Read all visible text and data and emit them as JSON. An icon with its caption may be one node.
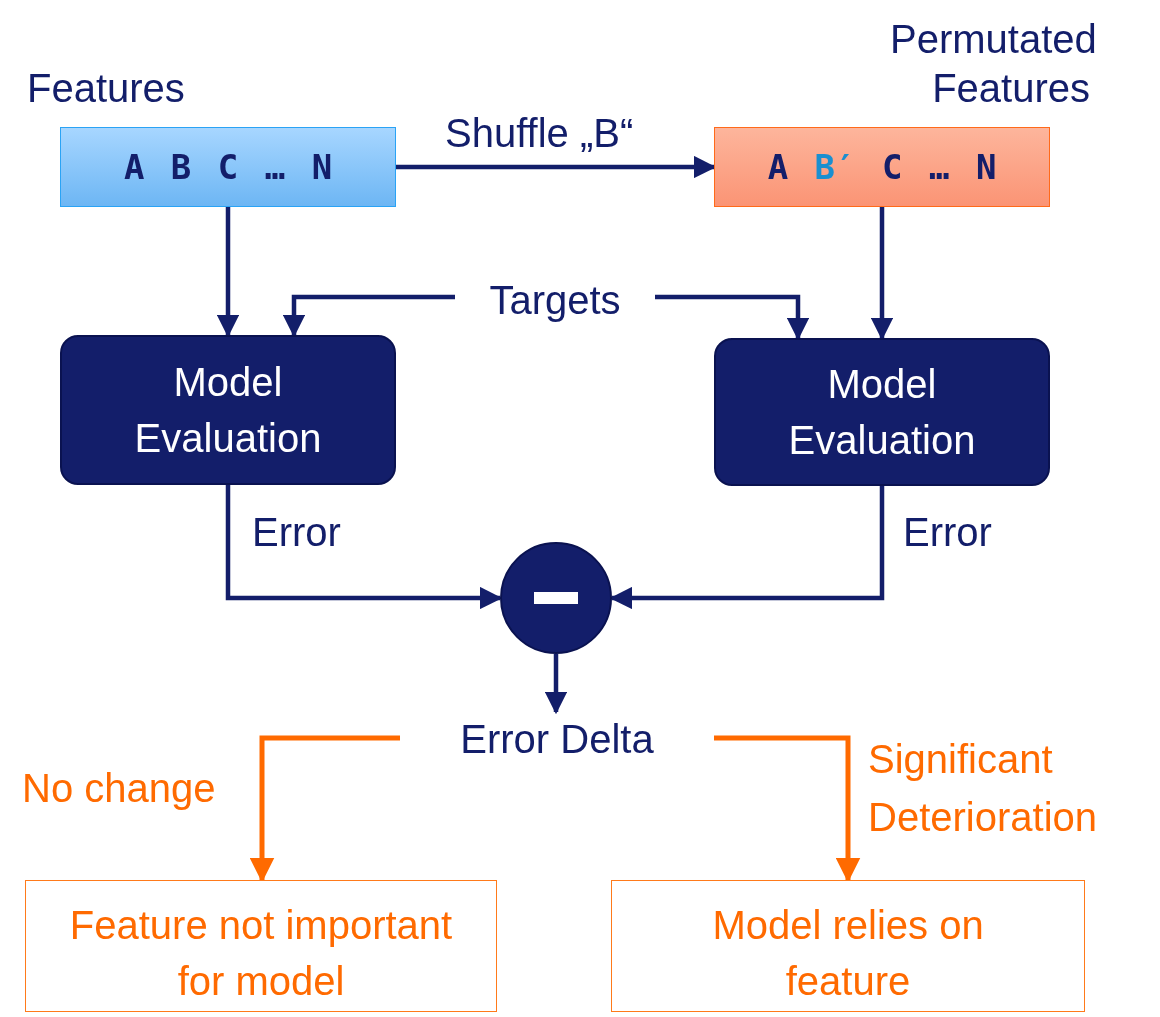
{
  "diagram": {
    "nodes": [
      {
        "text": [
          "Features",
          "A B C … N"
        ]
      },
      {
        "text": [
          "Permutated Features",
          "A **B′** C … N"
        ]
      },
      {
        "text": [
          "Targets"
        ]
      },
      {
        "text": [
          "Model Evaluation"
        ]
      },
      {
        "text": [
          "Model Evaluation"
        ]
      },
      {
        "text": [],
        "shape": "circle"
      },
      {
        "text": [
          "Error Delta"
        ]
      },
      {
        "text": [
          "Feature not important for model"
        ]
      },
      {
        "text": [
          "Model relies on feature"
        ]
      }
    ],
    "edges": [
      {
        "from": 0,
        "to": 1,
        "arrow": "to",
        "label": "Shuffle „B“"
      },
      {
        "from": 0,
        "to": 3,
        "arrow": "to"
      },
      {
        "from": 1,
        "to": 4,
        "arrow": "to"
      },
      {
        "from": 2,
        "to": 3,
        "arrow": "to"
      },
      {
        "from": 2,
        "to": 4,
        "arrow": "to"
      },
      {
        "from": 3,
        "to": 5,
        "arrow": "to",
        "label": "Error"
      },
      {
        "from": 4,
        "to": 5,
        "arrow": "to",
        "label": "Error"
      },
      {
        "from": 5,
        "to": 6,
        "arrow": "to"
      },
      {
        "from": 6,
        "to": 7,
        "arrow": "to",
        "label": "No change",
        "color": "#ff6a00"
      },
      {
        "from": 6,
        "to": 8,
        "arrow": "to",
        "label": "Significant Deterioration",
        "color": "#ff6a00"
      }
    ]
  }
}
